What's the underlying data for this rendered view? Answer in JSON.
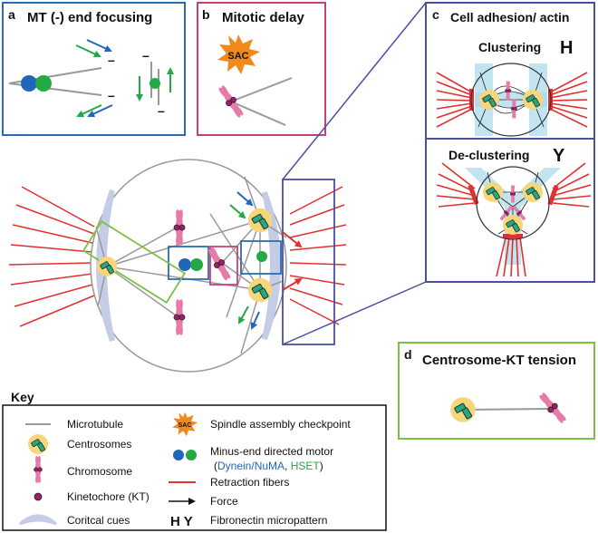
{
  "panels": {
    "a": {
      "letter": "a",
      "title": "MT (-) end focusing",
      "minus": "–"
    },
    "b": {
      "letter": "b",
      "title": "Mitotic delay",
      "sac": "SAC"
    },
    "c": {
      "letter": "c",
      "title": "Cell adhesion/ actin",
      "clustering": "Clustering",
      "declustering": "De-clustering",
      "h_glyph": "H",
      "y_glyph": "Y"
    },
    "d": {
      "letter": "d",
      "title": "Centrosome-KT tension"
    }
  },
  "key": {
    "title": "Key",
    "items": {
      "microtubule": "Microtubule",
      "centrosomes": "Centrosomes",
      "chromosome": "Chromosome",
      "kinetochore": "Kinetochore (KT)",
      "cortical": "Coritcal cues",
      "sac": "Spindle assembly checkpoint",
      "sac_glyph": "SAC",
      "motor_line1": "Minus-end directed motor",
      "motor_open": "(",
      "motor_dynein": "Dynein/NuMA",
      "motor_comma": ", ",
      "motor_hset": "HSET",
      "motor_close": ")",
      "retraction": "Retraction fibers",
      "force": "Force",
      "fibronectin": "Fibronectin micropattern",
      "fib_glyph": "H Y"
    }
  },
  "colors": {
    "panel_a": "#2a6db5",
    "panel_b": "#c8407a",
    "panel_c": "#4b4fa0",
    "panel_d": "#7cc143",
    "dynein": "#2266bb",
    "hset": "#22aa44",
    "retraction": "#e03030",
    "chromosome": "#e87aa8",
    "kinetochore": "#9b1f6a",
    "centrosome_bg": "#f5d77a",
    "centriole": "#2aa87a",
    "cortical": "#c5cde6",
    "sac": "#f08a1c",
    "pattern": "#a8d8ea"
  }
}
